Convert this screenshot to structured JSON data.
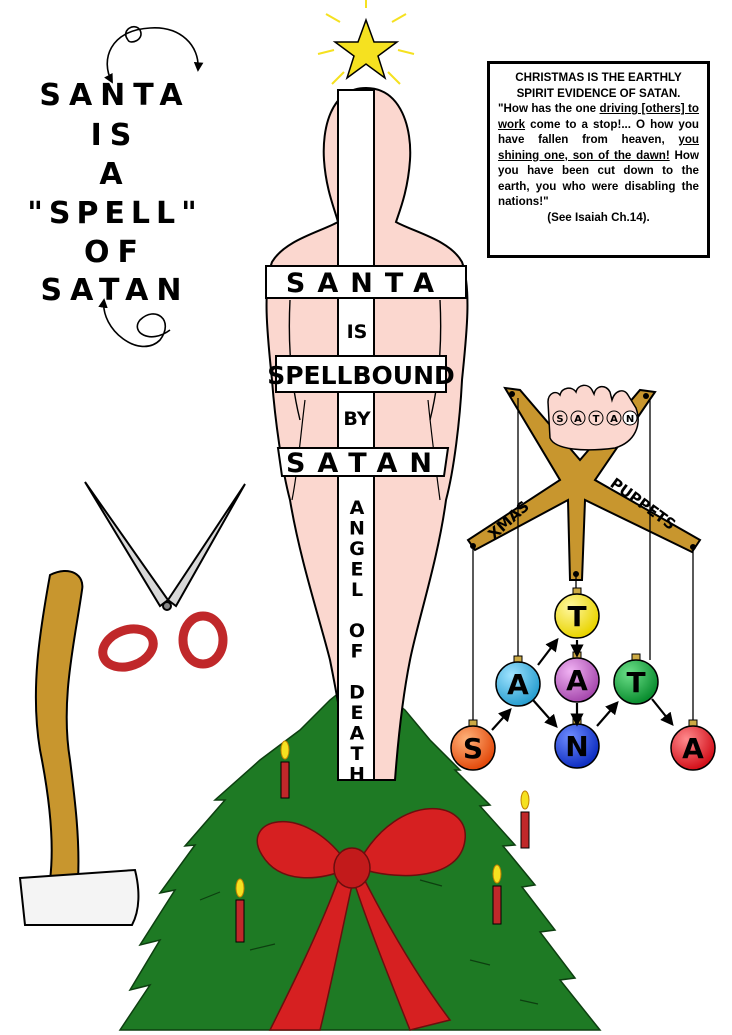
{
  "left_title": {
    "lines": [
      "SANTA",
      "IS",
      "A",
      "\"SPELL\"",
      "OF",
      "SATAN"
    ]
  },
  "quote": {
    "heading": "CHRISTMAS IS THE EARTHLY SPIRIT EVIDENCE OF SATAN.",
    "text_1": "\"How has the one ",
    "text_2": "driving [others] to work",
    "text_3": " come to a stop!... O how you have fallen from heaven, ",
    "text_4": "you shining one, son of the dawn!",
    "text_5": " How you have been cut down to the earth, you who were disabling the nations!\"",
    "reference": "(See Isaiah Ch.14)."
  },
  "figure": {
    "band_santa": "SANTA",
    "word_is": "IS",
    "band_spellbound": "SPELLBOUND",
    "word_by": "BY",
    "band_satan": "SATAN",
    "vertical_letters": [
      "A",
      "N",
      "G",
      "E",
      "L",
      "",
      "O",
      "F",
      "",
      "D",
      "E",
      "A",
      "T",
      "H"
    ]
  },
  "puppet": {
    "hand_letters": [
      "S",
      "A",
      "T",
      "A",
      "N"
    ],
    "bar_left": "XMAS",
    "bar_right": "PUPPETS",
    "ornaments": [
      {
        "letter": "S",
        "color": "#f0621e"
      },
      {
        "letter": "A",
        "color": "#3fb6e0"
      },
      {
        "letter": "T",
        "color": "#f2e71c"
      },
      {
        "letter": "A",
        "color": "#c169c9"
      },
      {
        "letter": "N",
        "color": "#1a3fd8"
      },
      {
        "letter": "T",
        "color": "#11a83a"
      },
      {
        "letter": "A",
        "color": "#ee1c24"
      }
    ]
  },
  "colors": {
    "skin": "#fbd7cf",
    "tree": "#1e7a24",
    "ribbon": "#d62021",
    "wood": "#c8962e",
    "candle": "#c0282a",
    "star": "#f5e120"
  }
}
